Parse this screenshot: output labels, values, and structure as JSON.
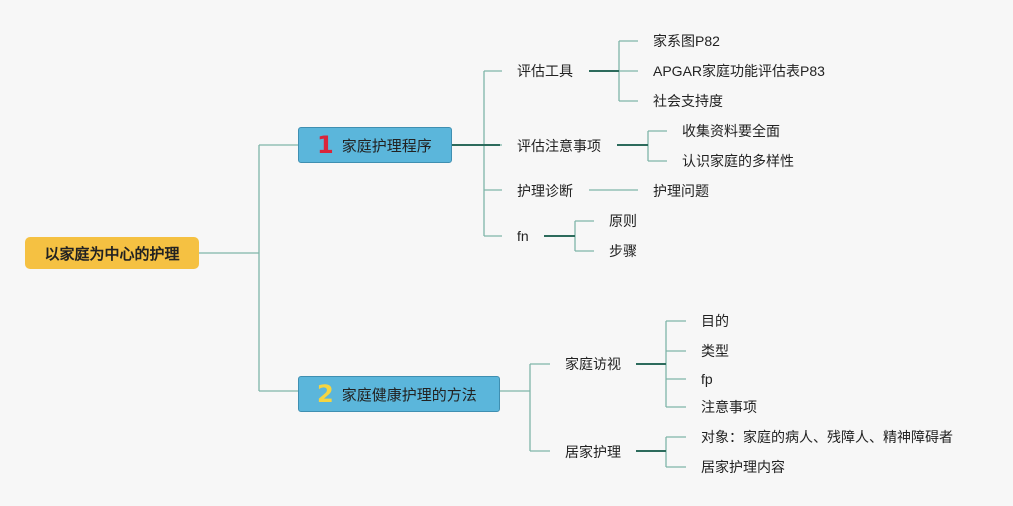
{
  "root": {
    "label": "以家庭为中心的护理"
  },
  "topics": [
    {
      "number": "1",
      "label": "家庭护理程序",
      "children": [
        {
          "label": "评估工具",
          "children": [
            "家系图P82",
            "APGAR家庭功能评估表P83",
            "社会支持度"
          ]
        },
        {
          "label": "评估注意事项",
          "children": [
            "收集资料要全面",
            "认识家庭的多样性"
          ]
        },
        {
          "label": "护理诊断",
          "children": [
            "护理问题"
          ]
        },
        {
          "label": "fn",
          "children": [
            "原则",
            "步骤"
          ]
        }
      ]
    },
    {
      "number": "2",
      "label": "家庭健康护理的方法",
      "children": [
        {
          "label": "家庭访视",
          "children": [
            "目的",
            "类型",
            "fp",
            "注意事项"
          ]
        },
        {
          "label": "居家护理",
          "children": [
            "对象：家庭的病人、残障人、精神障碍者",
            "居家护理内容"
          ]
        }
      ]
    }
  ],
  "colors": {
    "background": "#f7f7f7",
    "root_fill": "#f5c142",
    "topic_fill": "#5bb6db",
    "connector": "#7fb5a8",
    "number_1": "#d9253b",
    "number_2": "#f5d541"
  }
}
